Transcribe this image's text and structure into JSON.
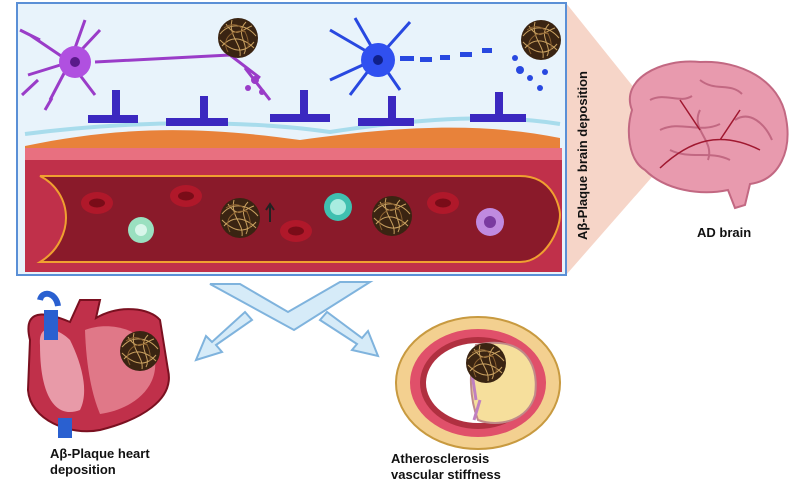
{
  "labels": {
    "brain_deposition": "Aβ-Plaque brain deposition",
    "ad_brain": "AD brain",
    "heart_line1": "Aβ-Plaque heart",
    "heart_line2": "deposition",
    "athero_line1": "Atherosclerosis",
    "athero_line2": "vascular stiffness"
  },
  "colors": {
    "panel_border": "#5a8fd6",
    "panel_bg": "#e8f3fb",
    "vessel_wall": "#c0304a",
    "vessel_lumen": "#8a1a2a",
    "neuron_purple": "#9a3cc8",
    "neuron_blue": "#2848e0",
    "astro_end_feet": "#3b28c0",
    "brain_pink": "#e89aae",
    "arrow_fill": "#d6ebf8",
    "arrow_stroke": "#7fb3dd",
    "projection": "#f6d5c8"
  },
  "icons": [
    "neuron-purple-icon",
    "neuron-blue-icon",
    "amyloid-plaque-icon",
    "red-blood-cell-icon",
    "white-blood-cell-icon",
    "brain-icon",
    "heart-icon",
    "artery-cross-section-icon",
    "arrow-icon"
  ]
}
